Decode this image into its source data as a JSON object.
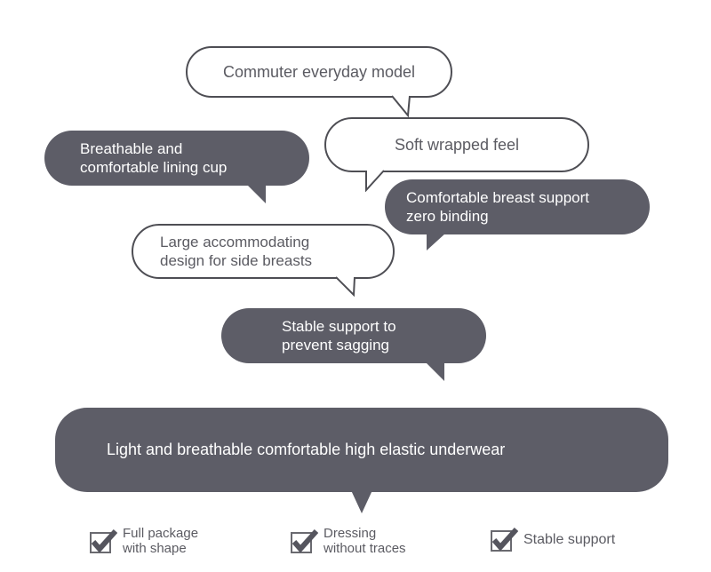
{
  "colors": {
    "dark_bubble": "#5d5d67",
    "light_border": "#4e4e54",
    "text_gray": "#5b5b62"
  },
  "bubbles": [
    {
      "id": "commuter",
      "style": "light",
      "text": "Commuter everyday model"
    },
    {
      "id": "lining",
      "style": "dark",
      "line1": "Breathable and",
      "line2": "comfortable lining cup"
    },
    {
      "id": "soft",
      "style": "light",
      "text": "Soft wrapped feel"
    },
    {
      "id": "support",
      "style": "dark",
      "line1": "Comfortable breast support",
      "line2": "zero binding"
    },
    {
      "id": "side",
      "style": "light",
      "line1": "Large accommodating",
      "line2": "design for side breasts"
    },
    {
      "id": "sagging",
      "style": "dark",
      "line1": "Stable support to",
      "line2": "prevent sagging"
    },
    {
      "id": "main",
      "style": "dark",
      "text": "Light and breathable comfortable high elastic underwear"
    }
  ],
  "features": [
    {
      "icon": "checkbox-checked-icon",
      "line1": "Full package",
      "line2": "with shape"
    },
    {
      "icon": "checkbox-checked-icon",
      "line1": "Dressing",
      "line2": "without traces"
    },
    {
      "icon": "checkbox-checked-icon",
      "text": "Stable support"
    }
  ]
}
